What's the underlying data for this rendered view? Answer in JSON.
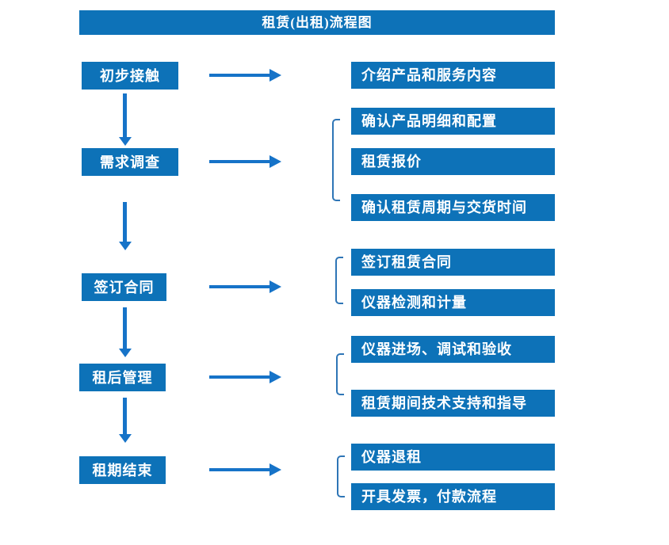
{
  "title": "租赁(出租)流程图",
  "colors": {
    "box_blue": "#0d72b8",
    "arrow_blue": "#1673c8",
    "bracket_blue": "#2e75b6",
    "text_white": "#ffffff"
  },
  "steps": [
    {
      "label": "初步接触",
      "details": [
        "介绍产品和服务内容"
      ]
    },
    {
      "label": "需求调查",
      "details": [
        "确认产品明细和配置",
        "租赁报价",
        "确认租赁周期与交货时间"
      ]
    },
    {
      "label": "签订合同",
      "details": [
        "签订租赁合同",
        "仪器检测和计量"
      ]
    },
    {
      "label": "租后管理",
      "details": [
        "仪器进场、调试和验收",
        "租赁期间技术支持和指导"
      ]
    },
    {
      "label": "租期结束",
      "details": [
        "仪器退租",
        "开具发票，付款流程"
      ]
    }
  ]
}
